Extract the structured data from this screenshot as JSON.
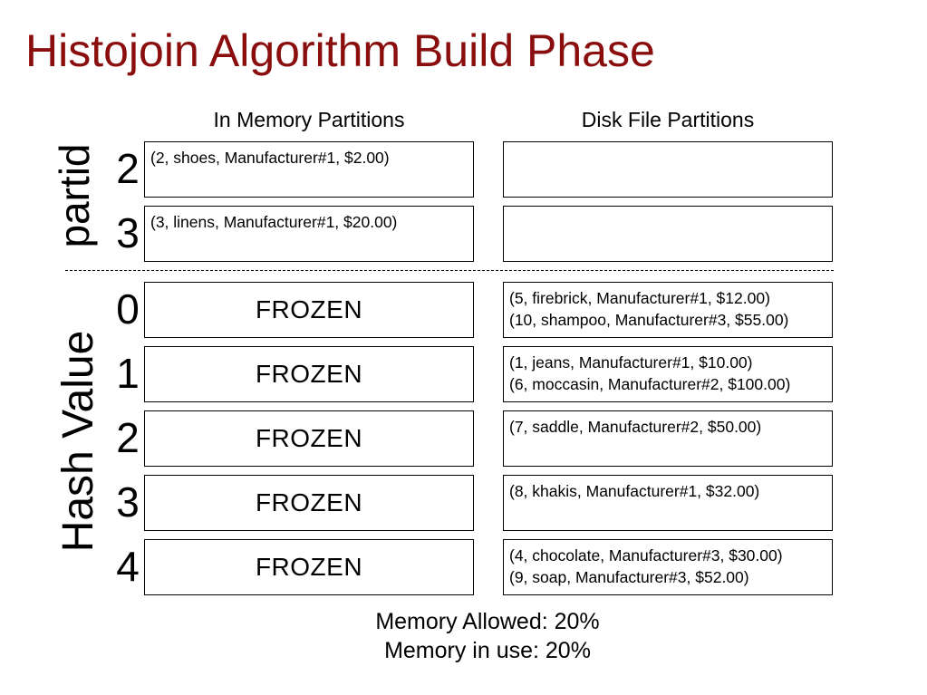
{
  "title": "Histojoin Algorithm Build Phase",
  "headers": {
    "memory": "In Memory Partitions",
    "disk": "Disk File Partitions"
  },
  "axis_labels": {
    "partid": "partid",
    "hash": "Hash Value"
  },
  "partid_rows": [
    {
      "num": "2",
      "memory": [
        "(2, shoes, Manufacturer#1, $2.00)"
      ],
      "disk": []
    },
    {
      "num": "3",
      "memory": [
        "(3, linens, Manufacturer#1, $20.00)"
      ],
      "disk": []
    }
  ],
  "hash_rows": [
    {
      "num": "0",
      "memory": "FROZEN",
      "disk": [
        "(5, firebrick, Manufacturer#1, $12.00)",
        "(10, shampoo, Manufacturer#3, $55.00)"
      ]
    },
    {
      "num": "1",
      "memory": "FROZEN",
      "disk": [
        "(1, jeans, Manufacturer#1, $10.00)",
        "(6, moccasin, Manufacturer#2, $100.00)"
      ]
    },
    {
      "num": "2",
      "memory": "FROZEN",
      "disk": [
        "(7, saddle, Manufacturer#2, $50.00)"
      ]
    },
    {
      "num": "3",
      "memory": "FROZEN",
      "disk": [
        "(8, khakis, Manufacturer#1, $32.00)"
      ]
    },
    {
      "num": "4",
      "memory": "FROZEN",
      "disk": [
        "(4, chocolate, Manufacturer#3, $30.00)",
        "(9, soap, Manufacturer#3, $52.00)"
      ]
    }
  ],
  "footer": {
    "memory_allowed": "Memory Allowed: 20%",
    "memory_in_use": "Memory in use: 20%"
  }
}
